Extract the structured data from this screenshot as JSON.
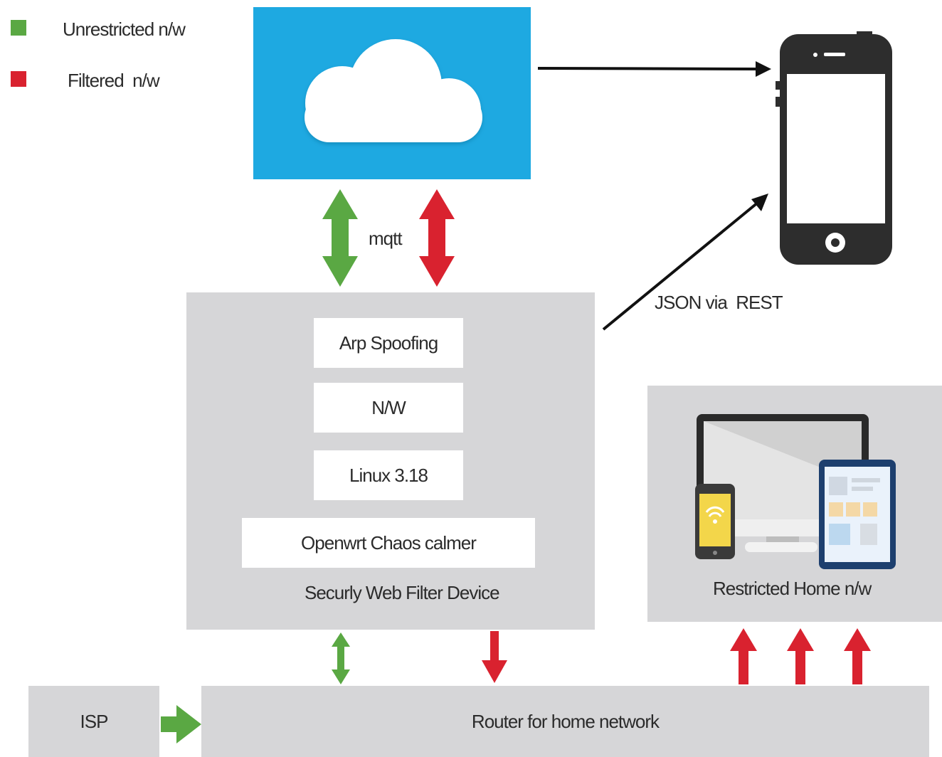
{
  "legend": {
    "items": [
      {
        "label": "Unrestricted n/w",
        "color": "#5aa843"
      },
      {
        "label": "Filtered  n/w",
        "color": "#d9222f"
      }
    ]
  },
  "cloud": {
    "color": "#1ea9e1",
    "icon": "cloud-icon"
  },
  "phone": {
    "icon": "smartphone-icon"
  },
  "labels": {
    "mqtt": "mqtt",
    "json": "JSON via  REST"
  },
  "device": {
    "layers": [
      "Arp Spoofing",
      "N/W",
      "Linux 3.18",
      "Openwrt Chaos calmer"
    ],
    "title": "Securly Web Filter Device"
  },
  "home": {
    "title": "Restricted Home n/w",
    "icon": "devices-icon"
  },
  "isp": {
    "label": "ISP"
  },
  "router": {
    "label": "Router for home network"
  },
  "colors": {
    "unrestricted": "#5aa843",
    "filtered": "#d9222f",
    "box": "#d6d6d8"
  }
}
